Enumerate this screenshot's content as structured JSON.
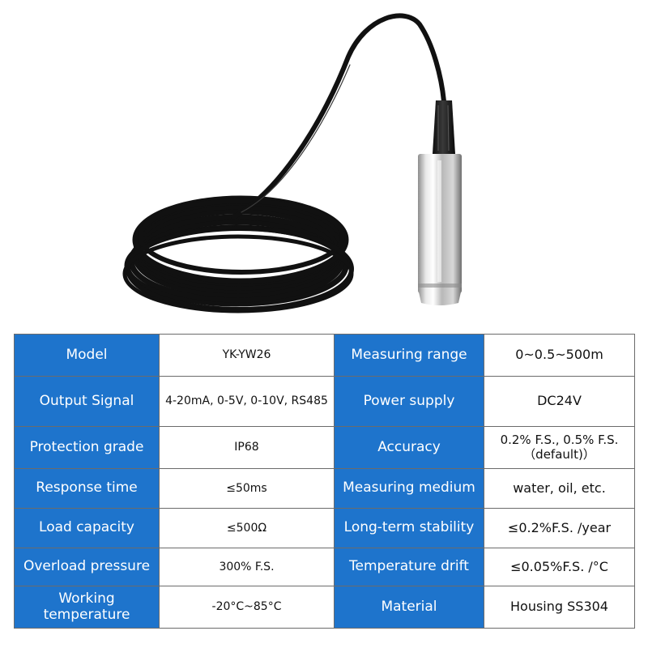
{
  "colors": {
    "label_bg": "#1e74cc",
    "label_text": "#ffffff",
    "border": "#6b6b6b",
    "cable": "#111111",
    "probe_metal": "#c9c9c9"
  },
  "product_image": {
    "icons": [
      "cable-coil-icon",
      "sensor-probe-icon"
    ]
  },
  "specs": {
    "rows": [
      {
        "label1": "Model",
        "value1": "YK-YW26",
        "label2": "Measuring range",
        "value2": "0~0.5~500m"
      },
      {
        "label1": "Output Signal",
        "value1": "4-20mA, 0-5V, 0-10V, RS485",
        "label2": "Power supply",
        "value2": "DC24V"
      },
      {
        "label1": "Protection grade",
        "value1": "IP68",
        "label2": "Accuracy",
        "value2": "0.2% F.S., 0.5% F.S.（default)）"
      },
      {
        "label1": "Response time",
        "value1": "≤50ms",
        "label2": "Measuring medium",
        "value2": "water, oil, etc."
      },
      {
        "label1": "Load capacity",
        "value1": "≤500Ω",
        "label2": "Long-term stability",
        "value2": "≤0.2%F.S. /year"
      },
      {
        "label1": "Overload pressure",
        "value1": "300% F.S.",
        "label2": "Temperature drift",
        "value2": "≤0.05%F.S. /°C"
      },
      {
        "label1": "Working temperature",
        "value1": "-20°C~85°C",
        "label2": "Material",
        "value2": "Housing SS304"
      }
    ]
  }
}
